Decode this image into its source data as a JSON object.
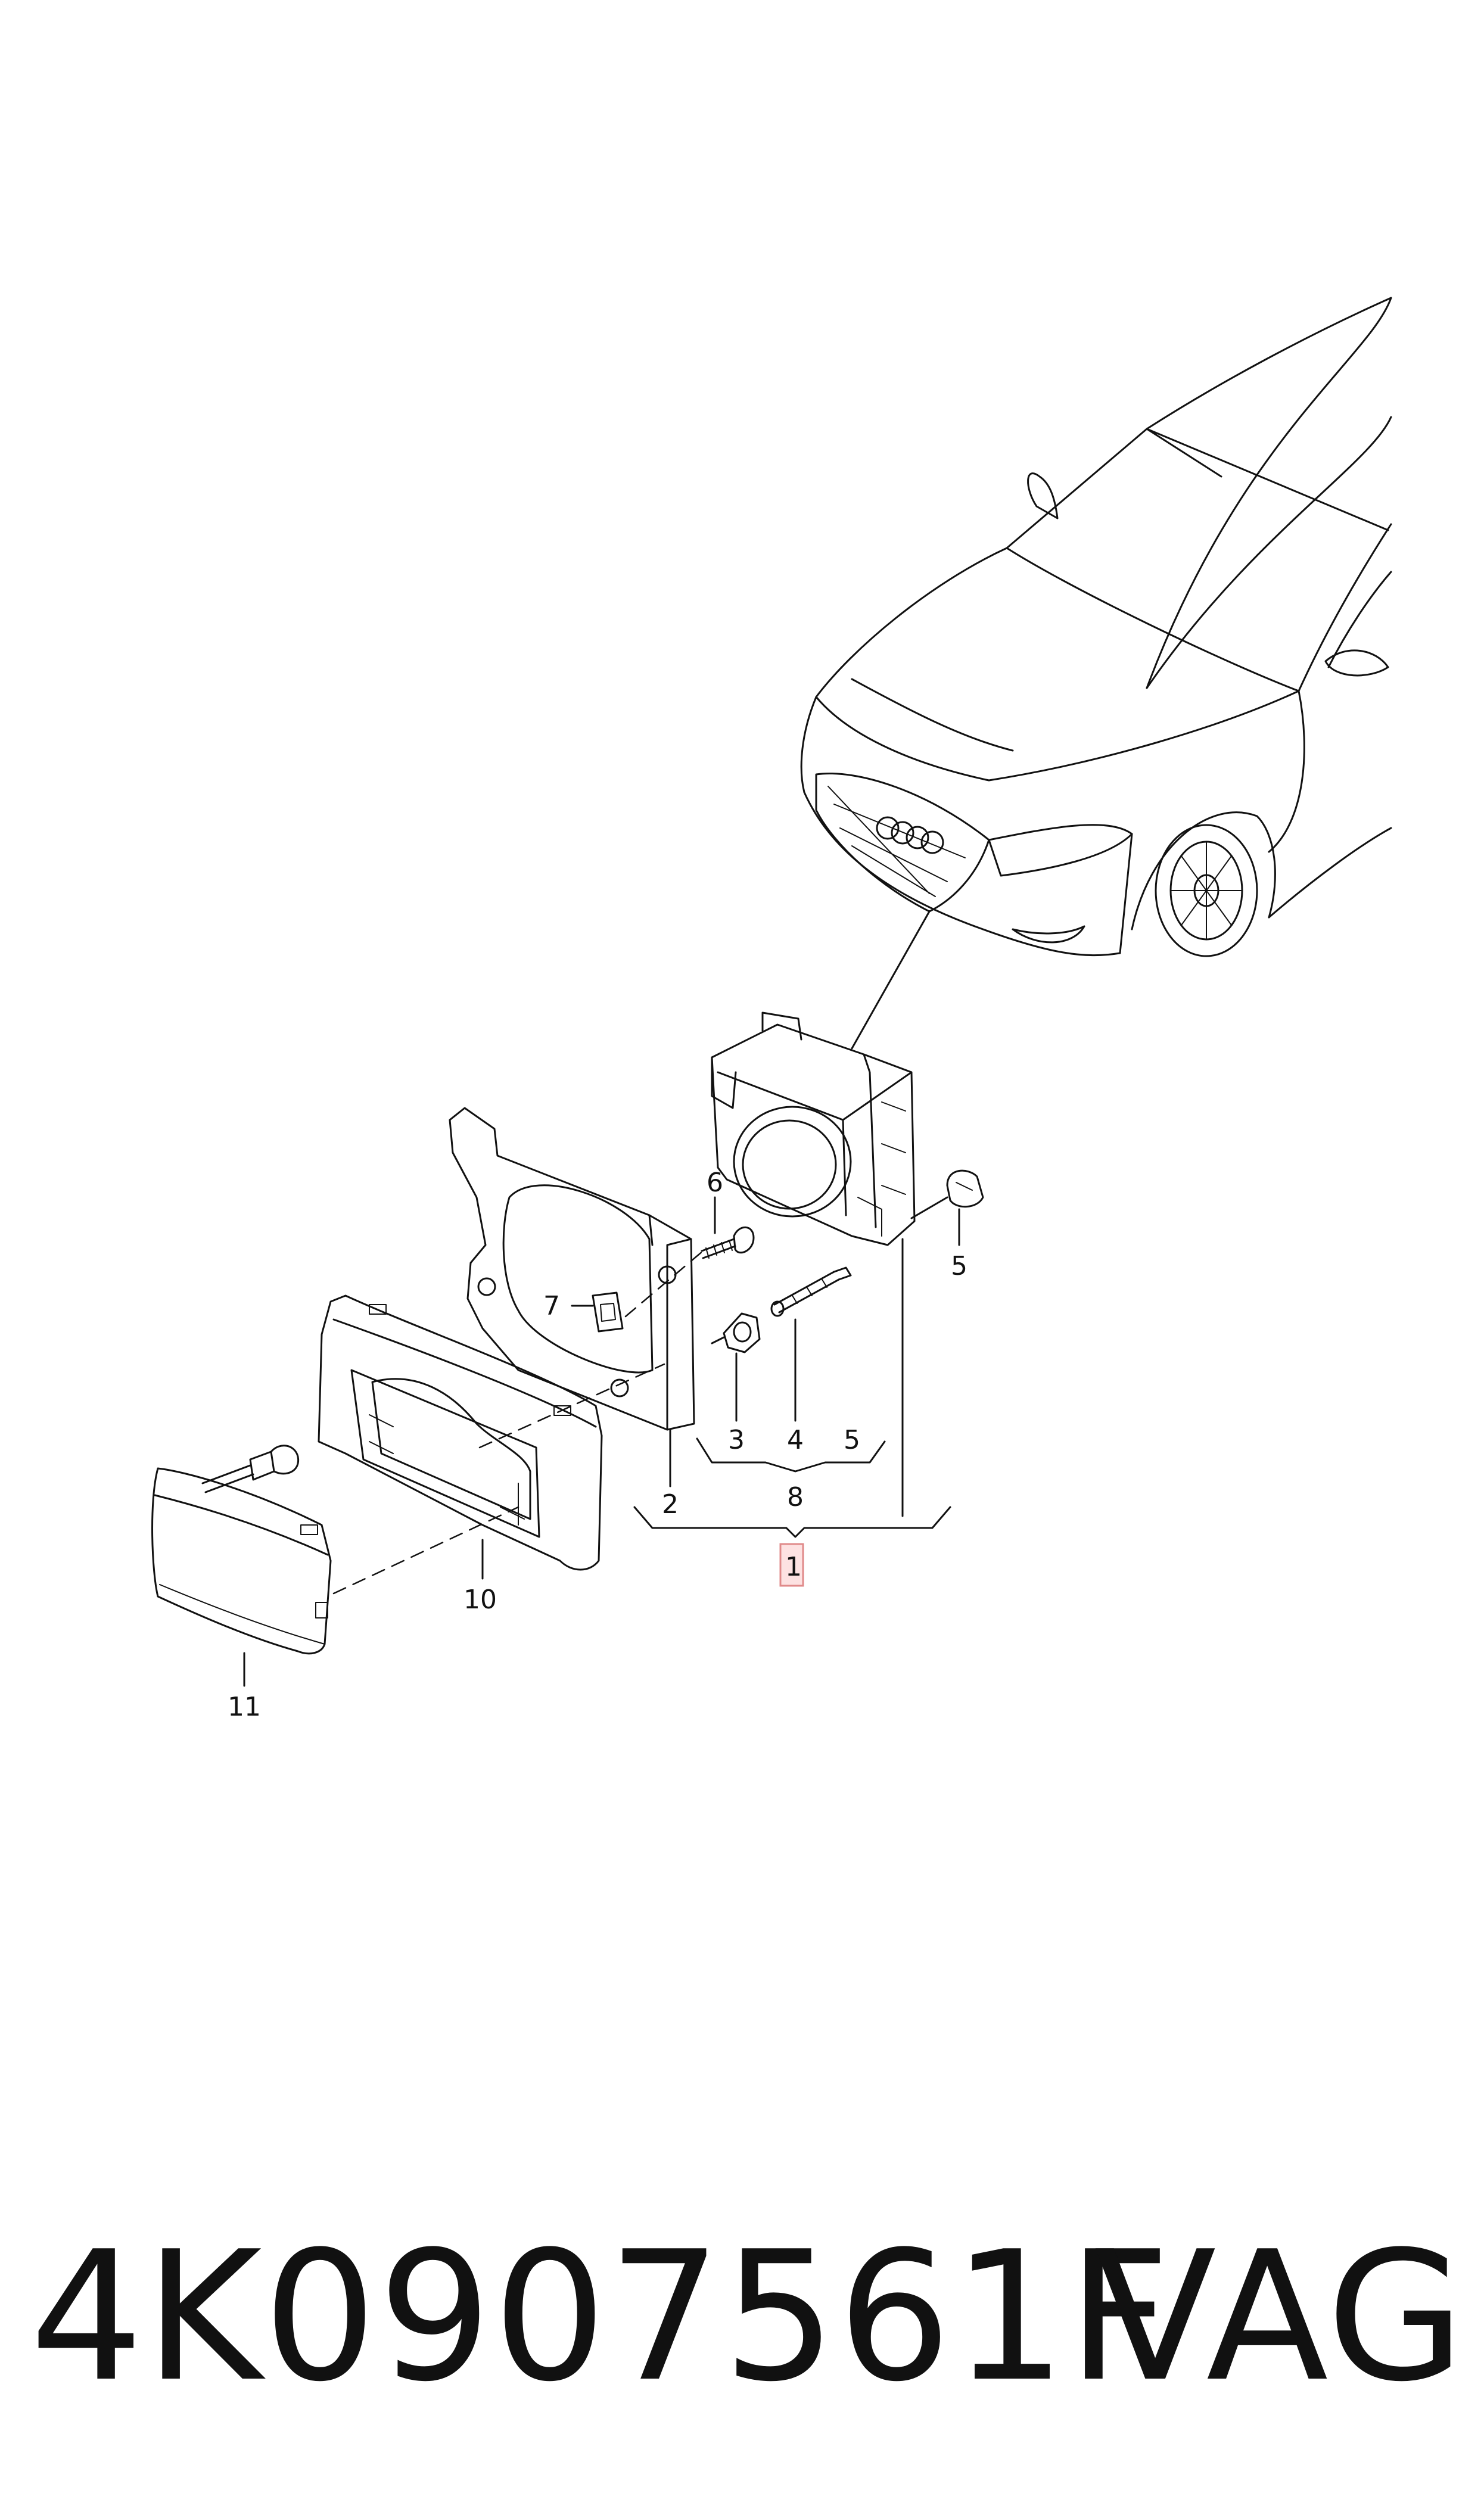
{
  "callouts": {
    "c1": "1",
    "c2": "2",
    "c3": "3",
    "c4": "4",
    "c5a": "5",
    "c5b": "5",
    "c6": "6",
    "c7": "7",
    "c8": "8",
    "c10": "10",
    "c11": "11"
  },
  "footer": {
    "part_number": "4K0907561F",
    "brand": "VAG"
  },
  "colors": {
    "line": "#111111",
    "highlight_fill": "#fde2e2",
    "highlight_stroke": "#e08a8a"
  }
}
